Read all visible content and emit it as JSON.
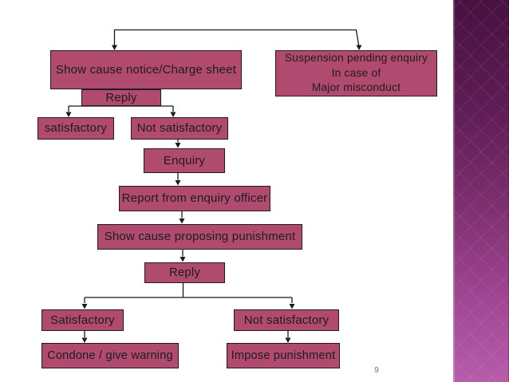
{
  "slide": {
    "page_number": "9",
    "background_color": "#ffffff",
    "node_fill_color": "#b04a6e",
    "node_border_color": "#231a20",
    "connector_color": "#1a1a1a",
    "page_number_color": "#9b5b96",
    "accent_bar": {
      "position": "right",
      "gradient_top_color": "#471140",
      "gradient_bottom_color": "#b75cab",
      "pattern": "diamond-lattice"
    }
  },
  "flowchart": {
    "nodes": {
      "show_cause_notice": "Show cause notice/Charge sheet",
      "suspension": {
        "line1": "Suspension pending enquiry",
        "line2": "In case of",
        "line3": "Major misconduct"
      },
      "reply1": "Reply",
      "satisfactory1": "satisfactory",
      "not_satisfactory1": "Not satisfactory",
      "enquiry": "Enquiry",
      "report": "Report from enquiry officer",
      "show_cause_proposing": "Show cause proposing punishment",
      "reply2": "Reply",
      "satisfactory2": "Satisfactory",
      "not_satisfactory2": "Not satisfactory",
      "condone": "Condone / give warning",
      "impose": "Impose punishment"
    },
    "edges": [
      "top-bracket -> show_cause_notice",
      "top-bracket -> suspension",
      "reply1 -> satisfactory1",
      "reply1 -> not_satisfactory1",
      "not_satisfactory1 -> enquiry",
      "enquiry -> report",
      "report -> show_cause_proposing",
      "show_cause_proposing -> reply2",
      "reply2 -> satisfactory2",
      "reply2 -> not_satisfactory2",
      "satisfactory2 -> condone",
      "not_satisfactory2 -> impose"
    ]
  }
}
